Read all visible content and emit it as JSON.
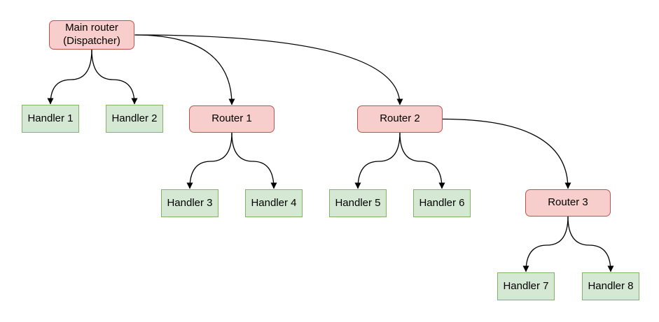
{
  "diagram": {
    "nodes": {
      "main_router": {
        "label": "Main router\n(Dispatcher)",
        "type": "router"
      },
      "handler_1": {
        "label": "Handler 1",
        "type": "handler"
      },
      "handler_2": {
        "label": "Handler 2",
        "type": "handler"
      },
      "router_1": {
        "label": "Router 1",
        "type": "router"
      },
      "router_2": {
        "label": "Router 2",
        "type": "router"
      },
      "handler_3": {
        "label": "Handler 3",
        "type": "handler"
      },
      "handler_4": {
        "label": "Handler 4",
        "type": "handler"
      },
      "handler_5": {
        "label": "Handler 5",
        "type": "handler"
      },
      "handler_6": {
        "label": "Handler 6",
        "type": "handler"
      },
      "router_3": {
        "label": "Router 3",
        "type": "router"
      },
      "handler_7": {
        "label": "Handler 7",
        "type": "handler"
      },
      "handler_8": {
        "label": "Handler 8",
        "type": "handler"
      }
    },
    "edges": [
      {
        "from": "main_router",
        "to": "handler_1"
      },
      {
        "from": "main_router",
        "to": "handler_2"
      },
      {
        "from": "main_router",
        "to": "router_1"
      },
      {
        "from": "main_router",
        "to": "router_2"
      },
      {
        "from": "router_1",
        "to": "handler_3"
      },
      {
        "from": "router_1",
        "to": "handler_4"
      },
      {
        "from": "router_2",
        "to": "handler_5"
      },
      {
        "from": "router_2",
        "to": "handler_6"
      },
      {
        "from": "router_2",
        "to": "router_3"
      },
      {
        "from": "router_3",
        "to": "handler_7"
      },
      {
        "from": "router_3",
        "to": "handler_8"
      }
    ],
    "colors": {
      "background": "#ffffff",
      "text": "#000000",
      "edge": "#000000",
      "router_fill": "#f8cecc",
      "router_border": "#b85450",
      "handler_fill": "#d5e8d4",
      "handler_border": "#82b366"
    }
  }
}
